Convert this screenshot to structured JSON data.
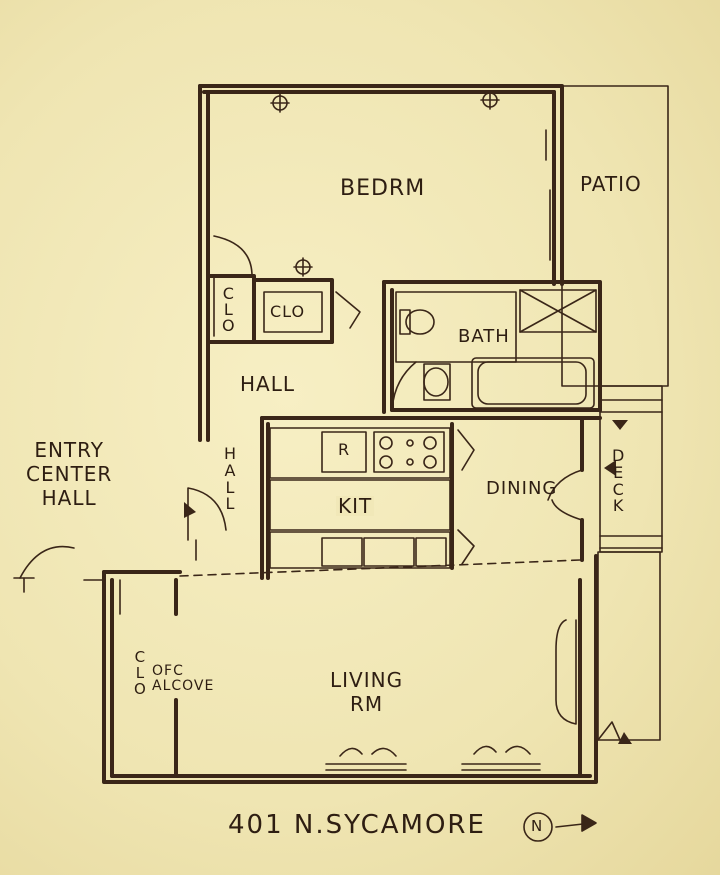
{
  "rooms": {
    "bedroom": "BEDRM",
    "patio": "PATIO",
    "closet_left": [
      "C",
      "L",
      "O"
    ],
    "closet_box": "CLO",
    "bath": "BATH",
    "hall": "HALL",
    "entry_lines": [
      "ENTRY",
      "CENTER",
      "HALL"
    ],
    "hall_vertical": [
      "H",
      "A",
      "L",
      "L"
    ],
    "range": "R",
    "kitchen": "KIT",
    "dining": "DINING",
    "deck": [
      "D",
      "E",
      "C",
      "K"
    ],
    "office_closet": [
      "C",
      "L",
      "O"
    ],
    "office_lines": [
      "OFC",
      "ALCOVE"
    ],
    "living_lines": [
      "LIVING",
      "RM"
    ]
  },
  "footer": {
    "address": "401 N.SYCAMORE",
    "north": "N"
  },
  "colors": {
    "paper": "#f1e8b8",
    "ink": "#3a2618"
  }
}
